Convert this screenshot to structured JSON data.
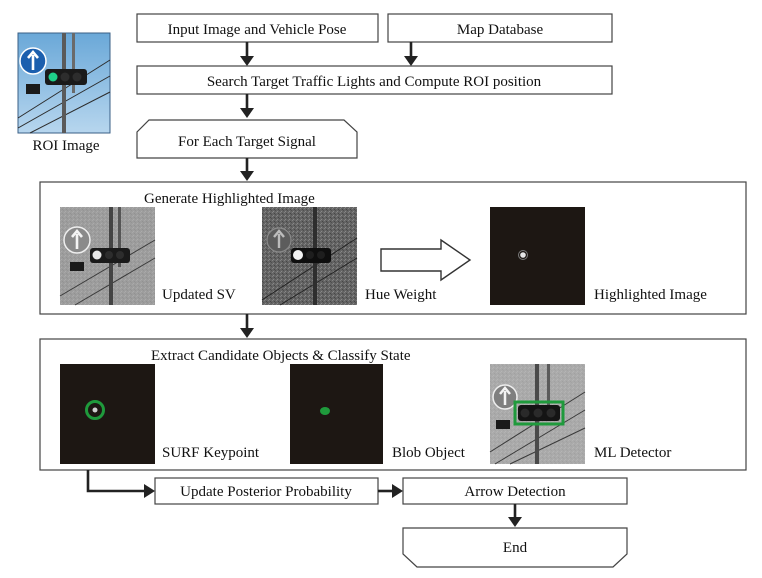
{
  "boxes": {
    "input_image_pose": "Input Image and Vehicle Pose",
    "map_database": "Map Database",
    "search_target": "Search Target Traffic Lights and Compute ROI position",
    "for_each_signal": "For Each Target Signal",
    "update_posterior": "Update Posterior Probability",
    "arrow_detection": "Arrow Detection",
    "end": "End"
  },
  "roi": {
    "label": "ROI Image"
  },
  "panel_highlight": {
    "title": "Generate Highlighted Image",
    "labels": [
      "Updated SV",
      "Hue Weight",
      "Highlighted Image"
    ]
  },
  "panel_extract": {
    "title": "Extract Candidate Objects & Classify State",
    "labels": [
      "SURF Keypoint",
      "Blob Object",
      "ML Detector"
    ]
  },
  "colors": {
    "detection_green": "#1f9a3c",
    "signal_blue": "#1b5fae",
    "dark_tile": "#1d1713"
  }
}
